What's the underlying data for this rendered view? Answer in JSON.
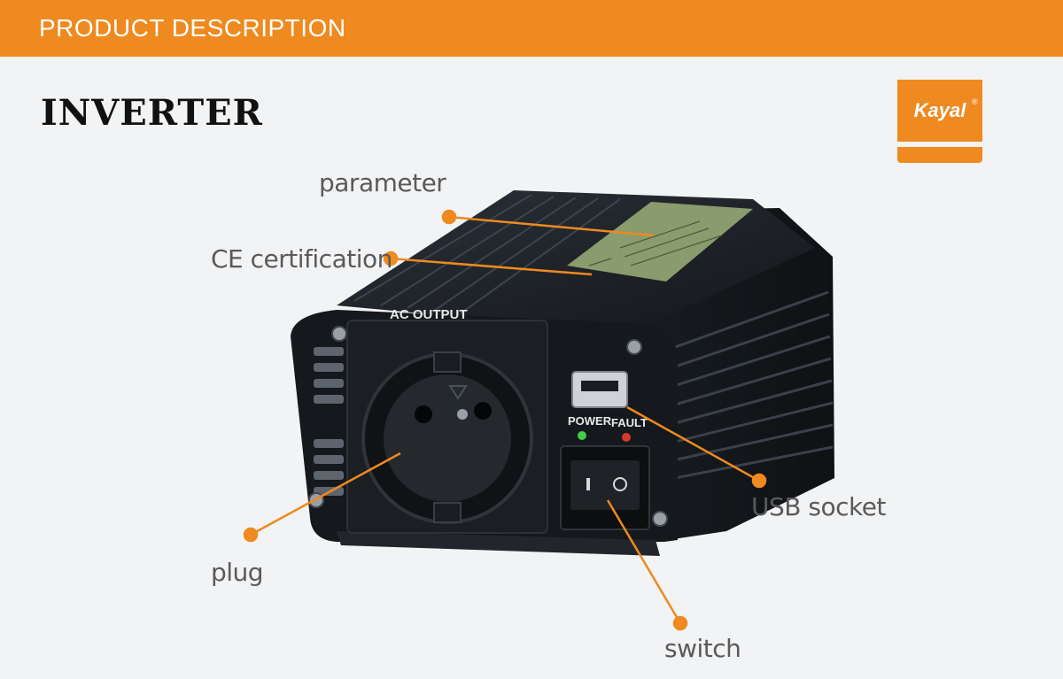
{
  "banner": {
    "text": "PRODUCT DESCRIPTION"
  },
  "title": "INVERTER",
  "logo": {
    "text": "Kayal",
    "reg": "®"
  },
  "device": {
    "ac_output": "AC OUTPUT",
    "power": "POWER",
    "fault": "FAULT"
  },
  "callouts": {
    "parameter": "parameter",
    "ce": "CE certification",
    "usb": "USB socket",
    "plug": "plug",
    "switch": "switch"
  },
  "colors": {
    "accent": "#ee8a1f",
    "background": "#f2f3f5"
  }
}
